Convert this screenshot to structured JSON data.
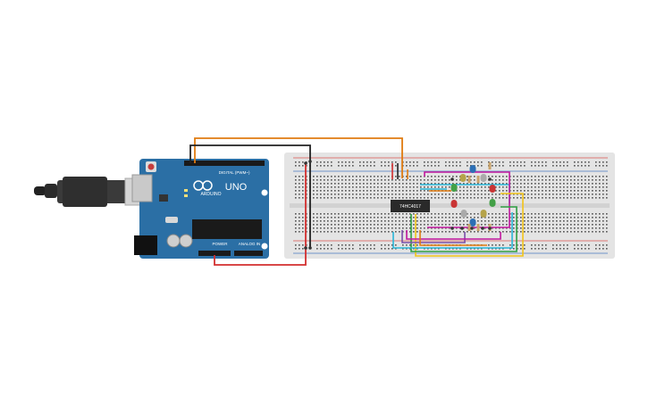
{
  "arduino": {
    "brand_logo": "ARDUINO",
    "model": "UNO",
    "digital_header": "DIGITAL (PWM~)",
    "power_header": "POWER",
    "analog_header": "ANALOG IN",
    "board_color": "#2b6fa5",
    "header_color": "#1a1a1a"
  },
  "chip": {
    "label": "74HC4017",
    "color": "#2a2a2a"
  },
  "breadboard": {
    "color": "#e4e4e4",
    "rail_red": "#d9534f",
    "rail_blue": "#4a78c2"
  },
  "leds": [
    {
      "color": "#2d6fb5",
      "state": "blue"
    },
    {
      "color": "#b5a34a",
      "state": "olive"
    },
    {
      "color": "#aaaaaa",
      "state": "grey"
    },
    {
      "color": "#c93434",
      "state": "red"
    },
    {
      "color": "#43a047",
      "state": "green"
    },
    {
      "color": "#c93434",
      "state": "red"
    },
    {
      "color": "#43a047",
      "state": "green"
    },
    {
      "color": "#aaaaaa",
      "state": "grey"
    },
    {
      "color": "#b5a34a",
      "state": "olive"
    },
    {
      "color": "#2d6fb5",
      "state": "blue"
    }
  ],
  "wire_colors": {
    "orange": "#e07b10",
    "black": "#222222",
    "red": "#d32f2f",
    "cyan": "#29b6d8",
    "magenta": "#c2189e",
    "yellow": "#f2c318",
    "green": "#2e9e43",
    "purple": "#7b4fa8"
  },
  "usb": {
    "icon": "usb-plug-icon"
  }
}
